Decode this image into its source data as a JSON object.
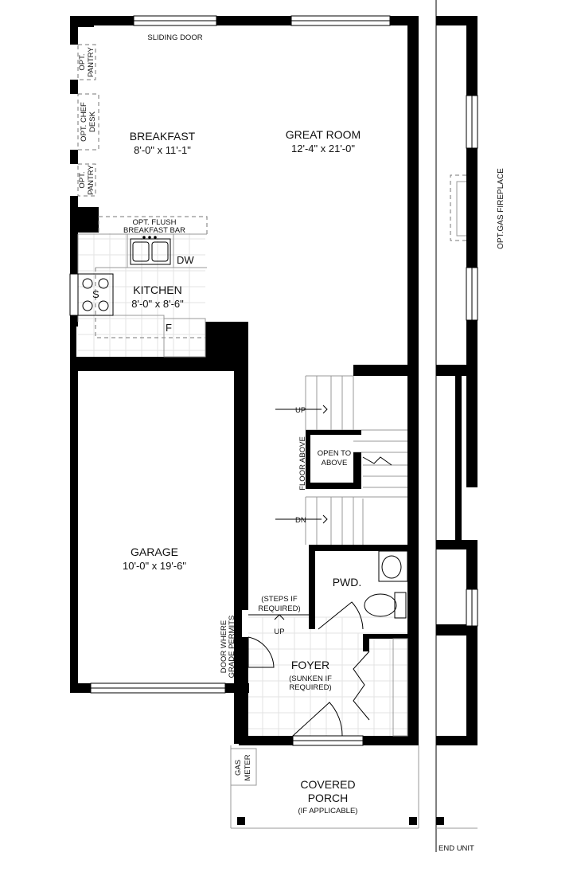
{
  "rooms": {
    "breakfast": {
      "name": "BREAKFAST",
      "dim": "8'-0\" x 11'-1\""
    },
    "great_room": {
      "name": "GREAT ROOM",
      "dim": "12'-4\" x 21'-0\""
    },
    "kitchen": {
      "name": "KITCHEN",
      "dim": "8'-0\" x 8'-6\""
    },
    "garage": {
      "name": "GARAGE",
      "dim": "10'-0\" x 19'-6\""
    },
    "pwd": {
      "name": "PWD."
    },
    "foyer": {
      "name": "FOYER",
      "note_line1": "(SUNKEN IF",
      "note_line2": "REQUIRED)"
    },
    "porch": {
      "line1": "COVERED",
      "line2": "PORCH",
      "note": "(IF APPLICABLE)"
    }
  },
  "labels": {
    "sliding_door": "SLIDING DOOR",
    "opt_pantry_top": [
      "OPT.",
      "PANTRY"
    ],
    "opt_chef_desk": [
      "OPT. CHEF",
      "DESK"
    ],
    "opt_pantry_bottom": [
      "OPT.",
      "PANTRY"
    ],
    "opt_flush_bar": [
      "OPT. FLUSH",
      "BREAKFAST BAR"
    ],
    "dw": "DW",
    "s": "S",
    "f": "F",
    "up_top": "UP",
    "dn": "DN",
    "open_to_above": [
      "OPEN TO",
      "ABOVE"
    ],
    "floor_above": "FLOOR ABOVE",
    "steps_if_required": [
      "(STEPS IF",
      "REQUIRED)"
    ],
    "up_steps": "UP",
    "door_grade": [
      "DOOR WHERE",
      "GRADE PERMITS"
    ],
    "gas_meter": [
      "GAS",
      "METER"
    ],
    "opt_gas_fireplace": "OPT.GAS FIREPLACE",
    "end_unit": "END UNIT"
  }
}
